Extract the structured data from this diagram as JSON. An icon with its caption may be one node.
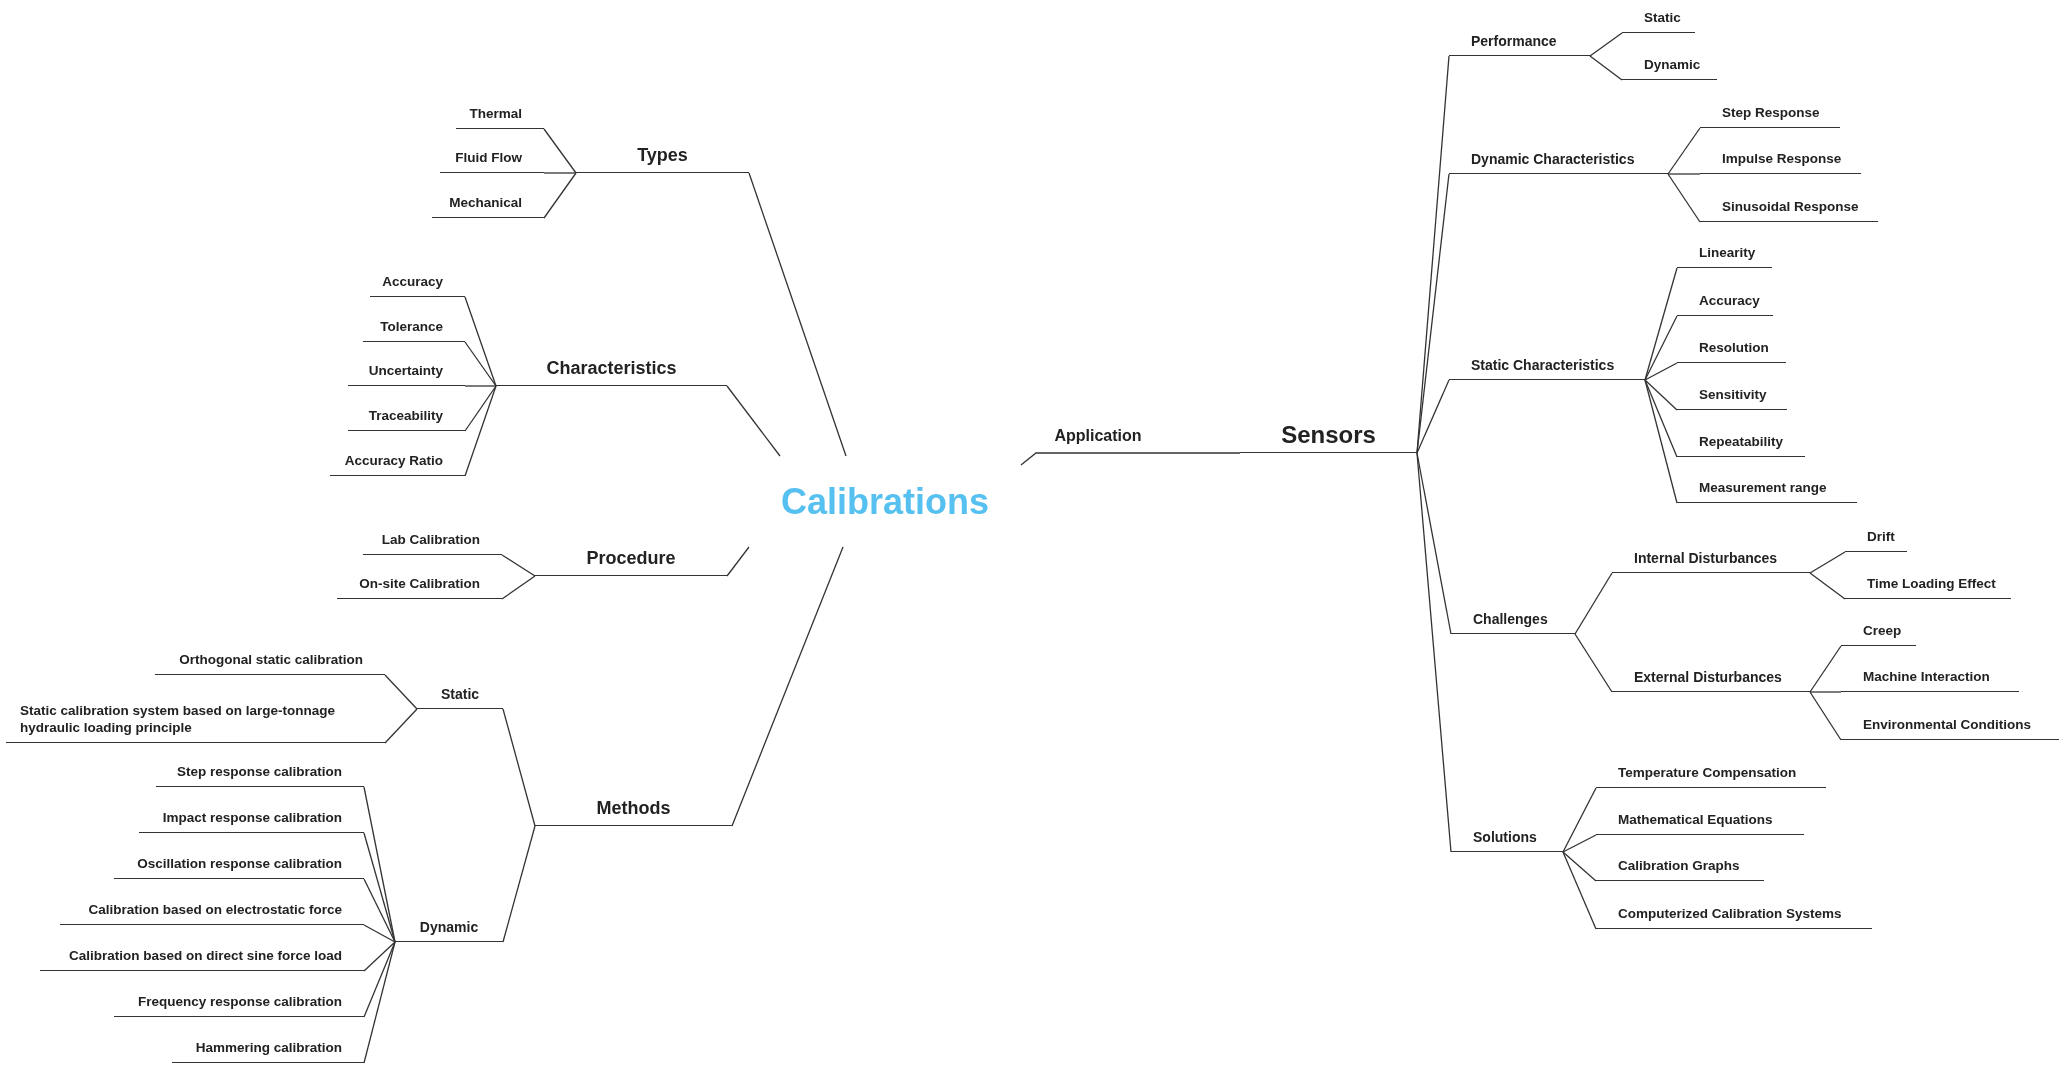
{
  "diagram": {
    "nodes": [
      {
        "text": [
          "Calibrations"
        ]
      },
      {
        "text": [
          "Types"
        ]
      },
      {
        "text": [
          "Thermal"
        ]
      },
      {
        "text": [
          "Fluid Flow"
        ]
      },
      {
        "text": [
          "Mechanical"
        ]
      },
      {
        "text": [
          "Characteristics"
        ]
      },
      {
        "text": [
          "Accuracy"
        ]
      },
      {
        "text": [
          "Tolerance"
        ]
      },
      {
        "text": [
          "Uncertainty"
        ]
      },
      {
        "text": [
          "Traceability"
        ]
      },
      {
        "text": [
          "Accuracy Ratio"
        ]
      },
      {
        "text": [
          "Procedure"
        ]
      },
      {
        "text": [
          "Lab Calibration"
        ]
      },
      {
        "text": [
          "On-site Calibration"
        ]
      },
      {
        "text": [
          "Methods"
        ]
      },
      {
        "text": [
          "Static"
        ]
      },
      {
        "text": [
          "Orthogonal static calibration"
        ]
      },
      {
        "text": [
          "Static calibration system based on large-tonnage hydraulic loading principle"
        ]
      },
      {
        "text": [
          "Dynamic"
        ]
      },
      {
        "text": [
          "Step response calibration"
        ]
      },
      {
        "text": [
          "Impact response calibration"
        ]
      },
      {
        "text": [
          "Oscillation response calibration"
        ]
      },
      {
        "text": [
          "Calibration based on electrostatic force"
        ]
      },
      {
        "text": [
          "Calibration based on direct sine force load"
        ]
      },
      {
        "text": [
          "Frequency response calibration"
        ]
      },
      {
        "text": [
          "Hammering calibration"
        ]
      },
      {
        "text": [
          "Sensors"
        ]
      },
      {
        "text": [
          "Performance"
        ]
      },
      {
        "text": [
          "Static"
        ]
      },
      {
        "text": [
          "Dynamic"
        ]
      },
      {
        "text": [
          "Dynamic Characteristics"
        ]
      },
      {
        "text": [
          "Step Response"
        ]
      },
      {
        "text": [
          "Impulse Response"
        ]
      },
      {
        "text": [
          "Sinusoidal Response"
        ]
      },
      {
        "text": [
          "Static Characteristics"
        ]
      },
      {
        "text": [
          "Linearity"
        ]
      },
      {
        "text": [
          "Accuracy"
        ]
      },
      {
        "text": [
          "Resolution"
        ]
      },
      {
        "text": [
          "Sensitivity"
        ]
      },
      {
        "text": [
          "Repeatability"
        ]
      },
      {
        "text": [
          "Measurement range"
        ]
      },
      {
        "text": [
          "Challenges"
        ]
      },
      {
        "text": [
          "Internal Disturbances"
        ]
      },
      {
        "text": [
          "Drift"
        ]
      },
      {
        "text": [
          "Time Loading Effect"
        ]
      },
      {
        "text": [
          "External Disturbances"
        ]
      },
      {
        "text": [
          "Creep"
        ]
      },
      {
        "text": [
          "Machine Interaction"
        ]
      },
      {
        "text": [
          "Environmental Conditions"
        ]
      },
      {
        "text": [
          "Solutions"
        ]
      },
      {
        "text": [
          "Temperature Compensation"
        ]
      },
      {
        "text": [
          "Mathematical Equations"
        ]
      },
      {
        "text": [
          "Calibration Graphs"
        ]
      },
      {
        "text": [
          "Computerized Calibration Systems"
        ]
      }
    ],
    "edges": [
      {
        "from": 0,
        "to": 1,
        "arrow": "none"
      },
      {
        "from": 1,
        "to": 2,
        "arrow": "none"
      },
      {
        "from": 1,
        "to": 3,
        "arrow": "none"
      },
      {
        "from": 1,
        "to": 4,
        "arrow": "none"
      },
      {
        "from": 0,
        "to": 5,
        "arrow": "none"
      },
      {
        "from": 5,
        "to": 6,
        "arrow": "none"
      },
      {
        "from": 5,
        "to": 7,
        "arrow": "none"
      },
      {
        "from": 5,
        "to": 8,
        "arrow": "none"
      },
      {
        "from": 5,
        "to": 9,
        "arrow": "none"
      },
      {
        "from": 5,
        "to": 10,
        "arrow": "none"
      },
      {
        "from": 0,
        "to": 11,
        "arrow": "none"
      },
      {
        "from": 11,
        "to": 12,
        "arrow": "none"
      },
      {
        "from": 11,
        "to": 13,
        "arrow": "none"
      },
      {
        "from": 0,
        "to": 14,
        "arrow": "none"
      },
      {
        "from": 14,
        "to": 15,
        "arrow": "none"
      },
      {
        "from": 15,
        "to": 16,
        "arrow": "none"
      },
      {
        "from": 15,
        "to": 17,
        "arrow": "none"
      },
      {
        "from": 14,
        "to": 18,
        "arrow": "none"
      },
      {
        "from": 18,
        "to": 19,
        "arrow": "none"
      },
      {
        "from": 18,
        "to": 20,
        "arrow": "none"
      },
      {
        "from": 18,
        "to": 21,
        "arrow": "none"
      },
      {
        "from": 18,
        "to": 22,
        "arrow": "none"
      },
      {
        "from": 18,
        "to": 23,
        "arrow": "none"
      },
      {
        "from": 18,
        "to": 24,
        "arrow": "none"
      },
      {
        "from": 18,
        "to": 25,
        "arrow": "none"
      },
      {
        "from": 0,
        "to": 26,
        "arrow": "none",
        "label": "Application"
      },
      {
        "from": 26,
        "to": 27,
        "arrow": "none"
      },
      {
        "from": 27,
        "to": 28,
        "arrow": "none"
      },
      {
        "from": 27,
        "to": 29,
        "arrow": "none"
      },
      {
        "from": 26,
        "to": 30,
        "arrow": "none"
      },
      {
        "from": 30,
        "to": 31,
        "arrow": "none"
      },
      {
        "from": 30,
        "to": 32,
        "arrow": "none"
      },
      {
        "from": 30,
        "to": 33,
        "arrow": "none"
      },
      {
        "from": 26,
        "to": 34,
        "arrow": "none"
      },
      {
        "from": 34,
        "to": 35,
        "arrow": "none"
      },
      {
        "from": 34,
        "to": 36,
        "arrow": "none"
      },
      {
        "from": 34,
        "to": 37,
        "arrow": "none"
      },
      {
        "from": 34,
        "to": 38,
        "arrow": "none"
      },
      {
        "from": 34,
        "to": 39,
        "arrow": "none"
      },
      {
        "from": 34,
        "to": 40,
        "arrow": "none"
      },
      {
        "from": 26,
        "to": 41,
        "arrow": "none"
      },
      {
        "from": 41,
        "to": 42,
        "arrow": "none"
      },
      {
        "from": 42,
        "to": 43,
        "arrow": "none"
      },
      {
        "from": 42,
        "to": 44,
        "arrow": "none"
      },
      {
        "from": 41,
        "to": 45,
        "arrow": "none"
      },
      {
        "from": 45,
        "to": 46,
        "arrow": "none"
      },
      {
        "from": 45,
        "to": 47,
        "arrow": "none"
      },
      {
        "from": 45,
        "to": 48,
        "arrow": "none"
      },
      {
        "from": 26,
        "to": 49,
        "arrow": "none"
      },
      {
        "from": 49,
        "to": 50,
        "arrow": "none"
      },
      {
        "from": 49,
        "to": 51,
        "arrow": "none"
      },
      {
        "from": 49,
        "to": 52,
        "arrow": "none"
      },
      {
        "from": 49,
        "to": 53,
        "arrow": "none"
      }
    ]
  }
}
